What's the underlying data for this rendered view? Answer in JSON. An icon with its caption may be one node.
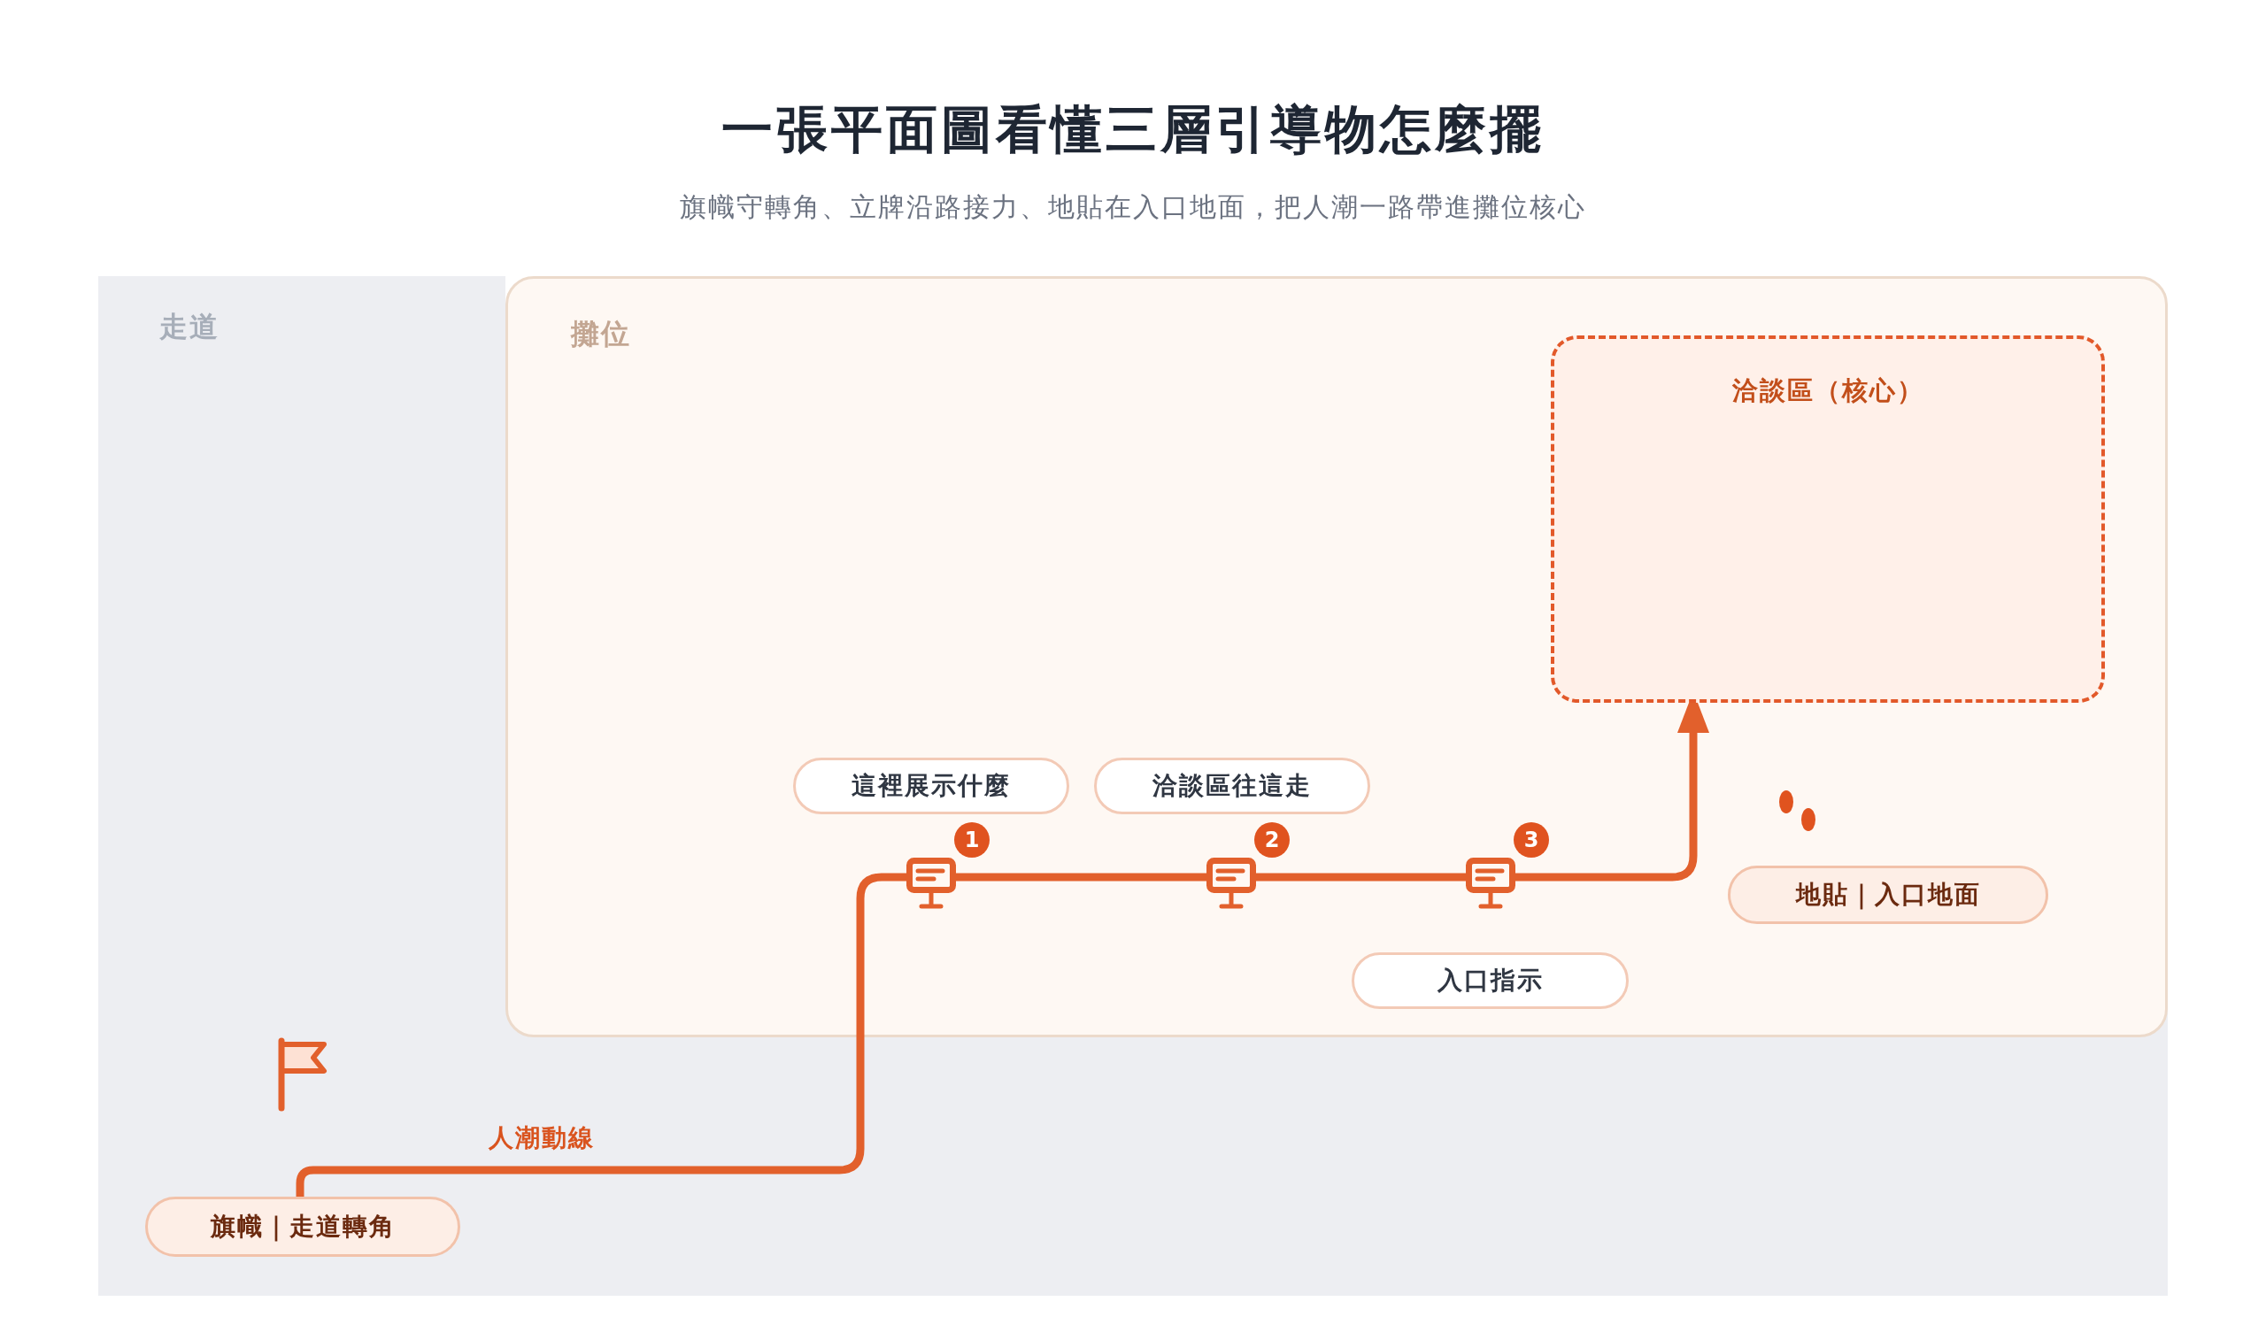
{
  "diagram": {
    "title": "一張平面圖看懂三層引導物怎麼擺",
    "nodes": [
      {
        "text": [
          "走道"
        ]
      },
      {
        "text": [
          "攤位"
        ],
        "in": 0
      },
      {
        "text": [
          "洽談區（核心）"
        ],
        "in": 1
      },
      {
        "text": [
          "這裡展示什麼"
        ],
        "in": 1
      },
      {
        "text": [
          "洽談區往這走"
        ],
        "in": 1
      },
      {
        "text": [],
        "shape": "sign",
        "in": 1,
        "beside": [
          "1"
        ]
      },
      {
        "text": [],
        "shape": "sign",
        "in": 1,
        "beside": [
          "2"
        ]
      },
      {
        "text": [],
        "shape": "sign",
        "in": 1,
        "beside": [
          "3"
        ]
      },
      {
        "text": [
          "地貼｜入口地面"
        ],
        "in": 1
      },
      {
        "text": [
          "入口指示"
        ],
        "in": 1
      },
      {
        "text": [
          "旗幟｜走道轉角"
        ],
        "in": 0
      }
    ],
    "edges": [
      {
        "from": 10,
        "to": 5,
        "arrow": "none",
        "label": "人潮動線"
      },
      {
        "from": 5,
        "to": 6,
        "arrow": "none"
      },
      {
        "from": 6,
        "to": 7,
        "arrow": "none"
      },
      {
        "from": 7,
        "to": 2,
        "arrow": "to"
      }
    ],
    "labels": [
      "旗幟守轉角、立牌沿路接力、地貼在入口地面，把人潮一路帶進攤位核心"
    ]
  }
}
